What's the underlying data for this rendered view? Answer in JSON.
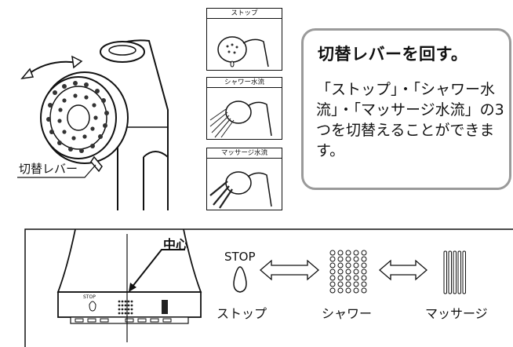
{
  "panels": [
    {
      "label": "ストップ"
    },
    {
      "label": "シャワー水流"
    },
    {
      "label": "マッサージ水流"
    }
  ],
  "callout": {
    "title": "切替レバーを回す。",
    "body": "「ストップ」・「シャワー水流」・「マッサージ水流」の3つを切替えることができます。"
  },
  "lever_label": "切替レバー",
  "bottom": {
    "center_label": "中心",
    "stop_text": "STOP",
    "small_stop_text": "STOP",
    "modes": [
      "ストップ",
      "シャワー",
      "マッサージ"
    ]
  }
}
